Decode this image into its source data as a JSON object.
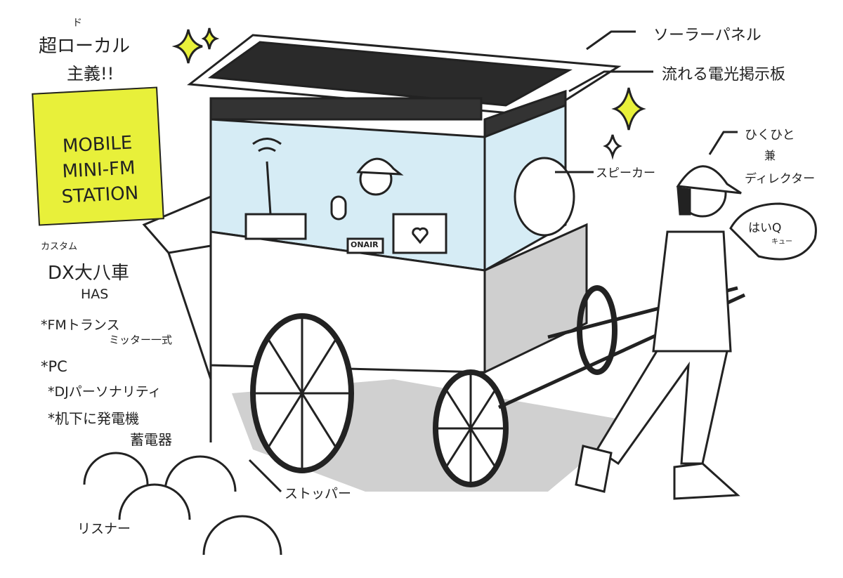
{
  "headline": {
    "ruby": "ド",
    "line1": "超ローカル",
    "line2": "主義!!"
  },
  "notepad": {
    "line1": "MOBILE",
    "line2": "MINI-FM",
    "line3": "STATION"
  },
  "cart_spec": {
    "custom": "カスタム",
    "name": "DX大八車",
    "has": "HAS",
    "items": [
      "*FMトランス",
      "ミッター一式",
      "*PC",
      "*DJパーソナリティ",
      "*机下に発電機",
      "蓄電器"
    ]
  },
  "labels": {
    "solar_panel": "ソーラーパネル",
    "led_board": "流れる電光掲示板",
    "puller": "ひくひと",
    "puller_and": "兼",
    "director": "ディレクター",
    "speaker": "スピーカー",
    "stopper": "ストッパー",
    "listeners": "リスナー",
    "onair_sign": "ONAIR"
  },
  "speech_bubble": {
    "text": "はいQ",
    "sub": "キュー"
  },
  "colors": {
    "notepad": "#e8f03a",
    "glass": "#d6ecf5",
    "sparkle": "#e8f03a",
    "shadow": "#cfcfcf"
  }
}
